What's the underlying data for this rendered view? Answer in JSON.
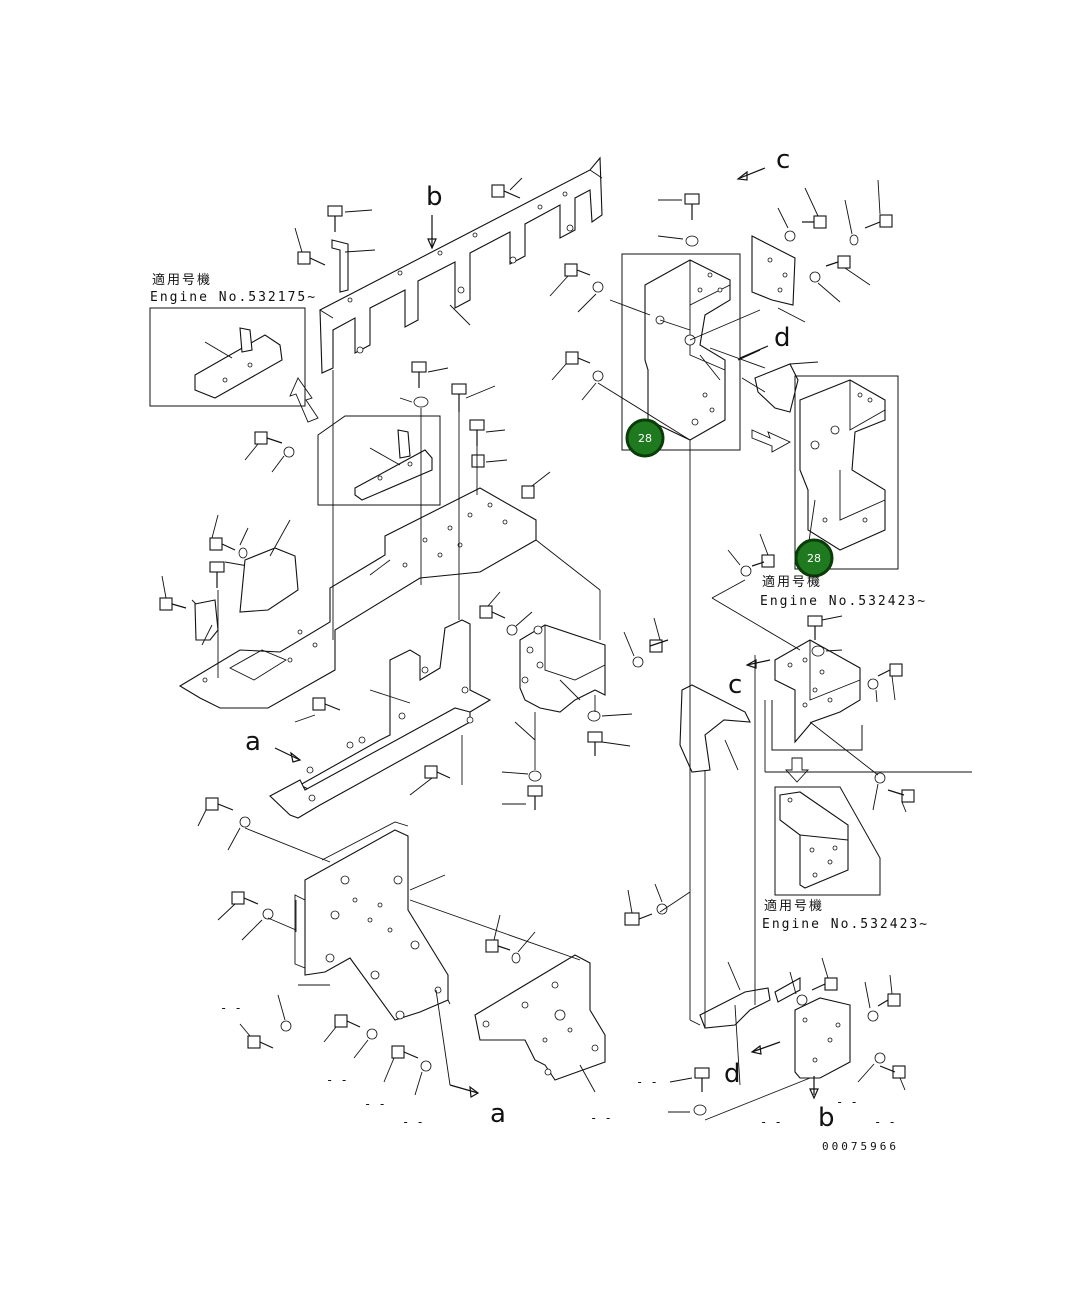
{
  "callouts": [
    {
      "id": "callout-1",
      "label": "28"
    },
    {
      "id": "callout-2",
      "label": "28"
    }
  ],
  "applicability_notes": [
    {
      "title": "適用号機",
      "engine": "Engine No.532175~"
    },
    {
      "title": "適用号機",
      "engine": "Engine No.532423~"
    },
    {
      "title": "適用号機",
      "engine": "Engine No.532423~"
    }
  ],
  "connector_letters": {
    "a_left": "a",
    "a_bottom": "a",
    "b_top": "b",
    "b_bottom": "b",
    "c_top": "c",
    "c_mid": "c",
    "d_top": "d",
    "d_bottom": "d"
  },
  "placeholder_dash": "- -",
  "drawing_code": "00075966",
  "colors": {
    "callout_fill": "#1f7a1f",
    "callout_stroke": "#0b3d0b",
    "ink": "#111111"
  }
}
